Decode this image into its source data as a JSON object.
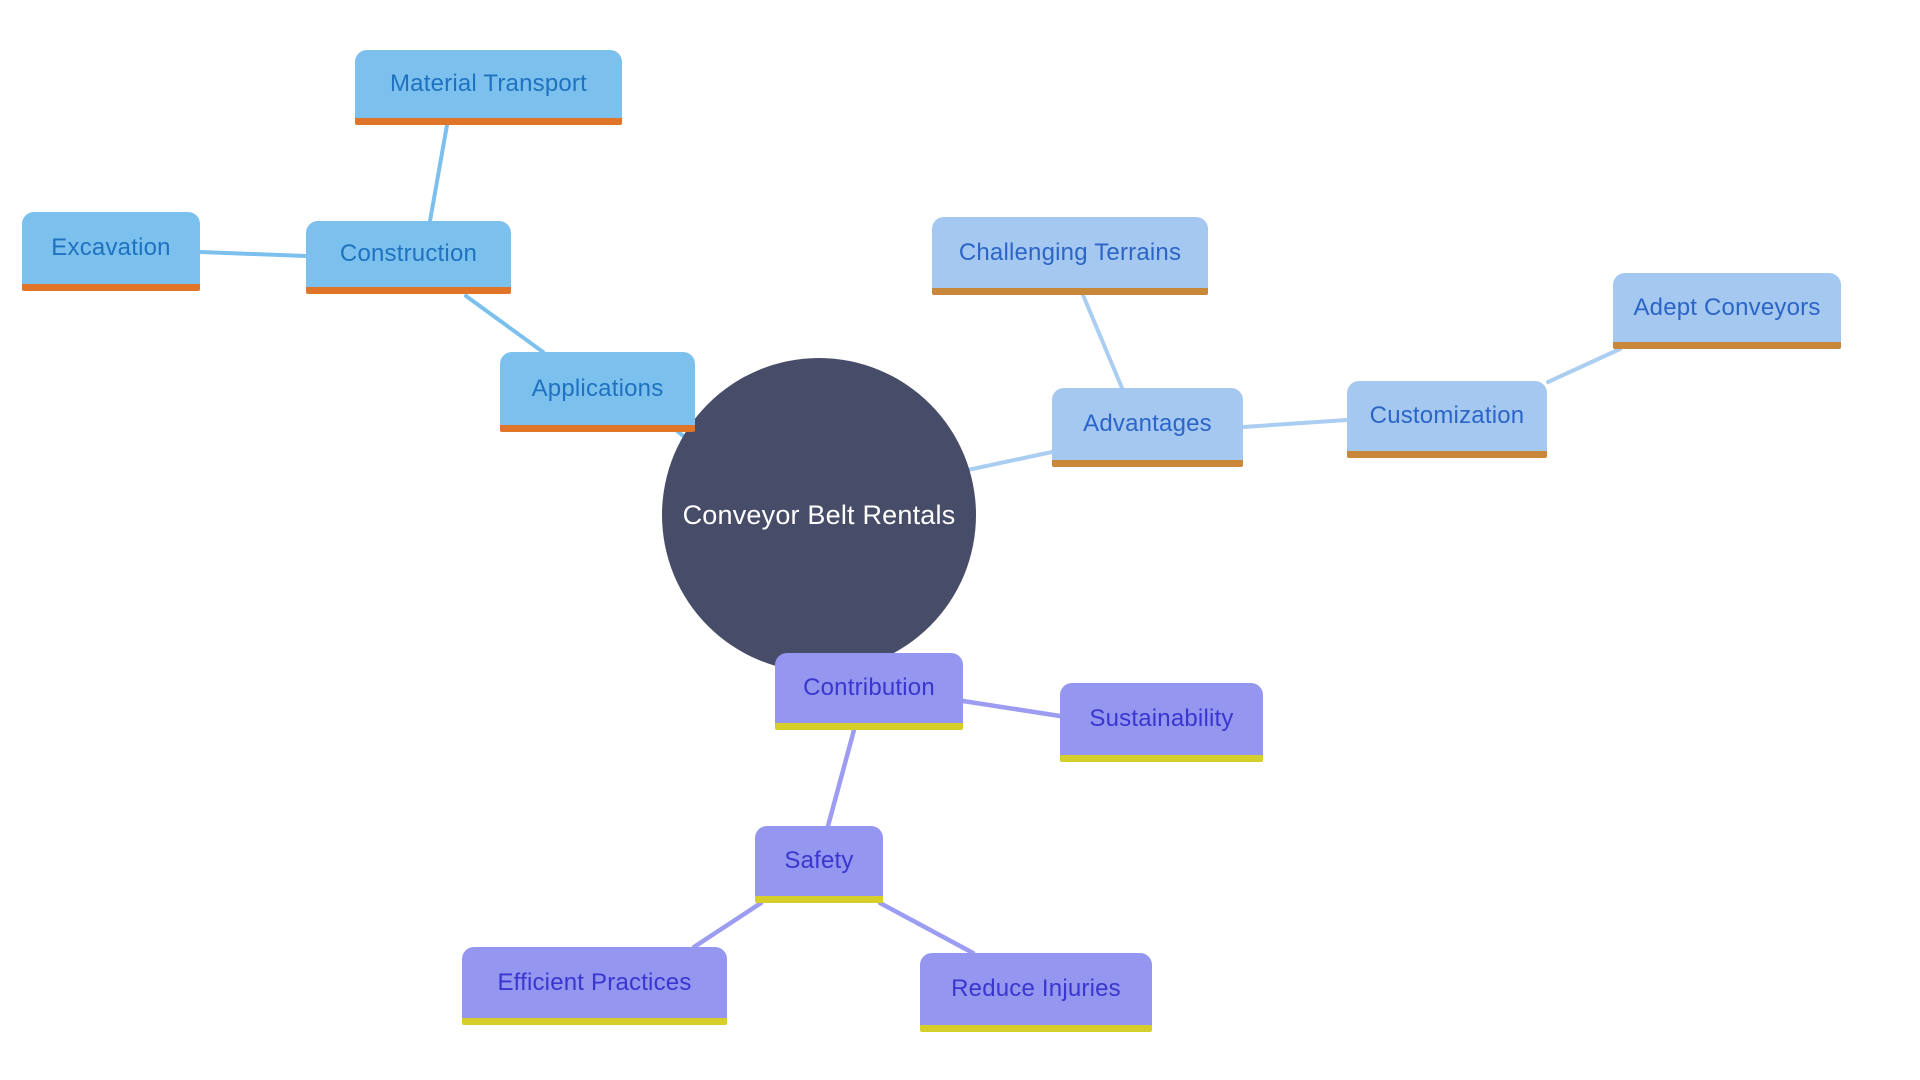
{
  "diagram": {
    "type": "mindmap",
    "center": {
      "id": "center",
      "label": "Conveyor Belt Rentals"
    },
    "nodes": [
      {
        "id": "material-transport",
        "label": "Material Transport",
        "branch": "applications"
      },
      {
        "id": "excavation",
        "label": "Excavation",
        "branch": "applications"
      },
      {
        "id": "construction",
        "label": "Construction",
        "branch": "applications"
      },
      {
        "id": "applications",
        "label": "Applications",
        "branch": "applications"
      },
      {
        "id": "challenging-terrains",
        "label": "Challenging Terrains",
        "branch": "advantages"
      },
      {
        "id": "advantages",
        "label": "Advantages",
        "branch": "advantages"
      },
      {
        "id": "customization",
        "label": "Customization",
        "branch": "advantages"
      },
      {
        "id": "adept-conveyors",
        "label": "Adept Conveyors",
        "branch": "advantages"
      },
      {
        "id": "contribution",
        "label": "Contribution",
        "branch": "contribution"
      },
      {
        "id": "sustainability",
        "label": "Sustainability",
        "branch": "contribution"
      },
      {
        "id": "safety",
        "label": "Safety",
        "branch": "contribution"
      },
      {
        "id": "efficient-practices",
        "label": "Efficient Practices",
        "branch": "contribution"
      },
      {
        "id": "reduce-injuries",
        "label": "Reduce Injuries",
        "branch": "contribution"
      }
    ],
    "edges": [
      {
        "from": "center",
        "to": "applications"
      },
      {
        "from": "applications",
        "to": "construction"
      },
      {
        "from": "construction",
        "to": "material-transport"
      },
      {
        "from": "construction",
        "to": "excavation"
      },
      {
        "from": "center",
        "to": "advantages"
      },
      {
        "from": "advantages",
        "to": "challenging-terrains"
      },
      {
        "from": "advantages",
        "to": "customization"
      },
      {
        "from": "customization",
        "to": "adept-conveyors"
      },
      {
        "from": "center",
        "to": "contribution"
      },
      {
        "from": "contribution",
        "to": "sustainability"
      },
      {
        "from": "contribution",
        "to": "safety"
      },
      {
        "from": "safety",
        "to": "efficient-practices"
      },
      {
        "from": "safety",
        "to": "reduce-injuries"
      }
    ],
    "colors": {
      "background": "#ffffff",
      "center_fill": "#474d68",
      "center_text": "#ffffff",
      "branch_applications": {
        "fill": "#7cc0ee",
        "text": "#1e72c0",
        "underline": "#e0752a",
        "edge": "#7cc0ee"
      },
      "branch_advantages": {
        "fill": "#a5c8f0",
        "text": "#2b65c7",
        "underline": "#c9873a",
        "edge": "#aacdf2"
      },
      "branch_contribution": {
        "fill": "#9496f0",
        "text": "#3a36cf",
        "underline": "#d6ce2a",
        "edge": "#9c9df2"
      }
    }
  }
}
